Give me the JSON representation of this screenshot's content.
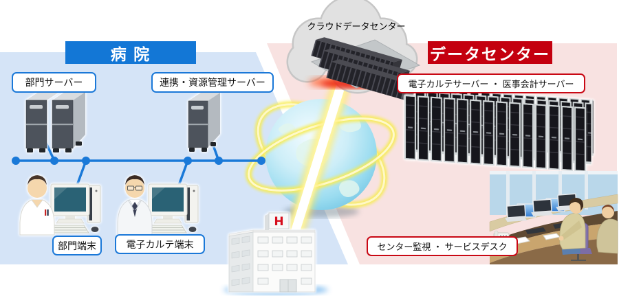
{
  "cloud": {
    "label": "クラウドデータセンター"
  },
  "hospital": {
    "header": "病 院",
    "dept_server": "部門サーバー",
    "coord_server": "連携・資源管理サーバー",
    "dept_terminal": "部門端末",
    "emr_terminal": "電子カルテ端末"
  },
  "datacenter": {
    "header": "データセンター",
    "servers": "電子カルテサーバー ・ 医事会計サーバー",
    "monitoring": "センター監視 ・ サービスデスク"
  },
  "building": {
    "sign": "H"
  },
  "colors": {
    "hospital_bg": "#d5e4f7",
    "datacenter_bg": "#f8e2e1",
    "hospital_accent": "#1377d6",
    "datacenter_accent": "#c4000f",
    "network_blue": "#1a79d8",
    "beam_glow": "#ffe95e"
  }
}
